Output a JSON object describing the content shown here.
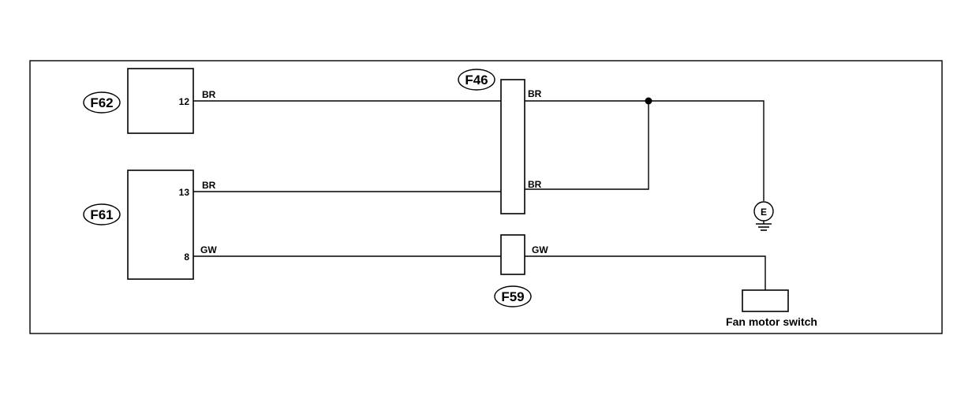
{
  "connectors": {
    "f62": {
      "id": "F62",
      "pin": "12"
    },
    "f61": {
      "id": "F61",
      "pin_top": "13",
      "pin_bottom": "8"
    },
    "f46": {
      "id": "F46"
    },
    "f59": {
      "id": "F59"
    }
  },
  "wires": {
    "br_top_left": "BR",
    "br_top_right": "BR",
    "br_mid_left": "BR",
    "br_mid_right": "BR",
    "gw_left": "GW",
    "gw_right": "GW"
  },
  "ground": {
    "label": "E"
  },
  "fan_switch": {
    "label": "Fan motor switch"
  }
}
